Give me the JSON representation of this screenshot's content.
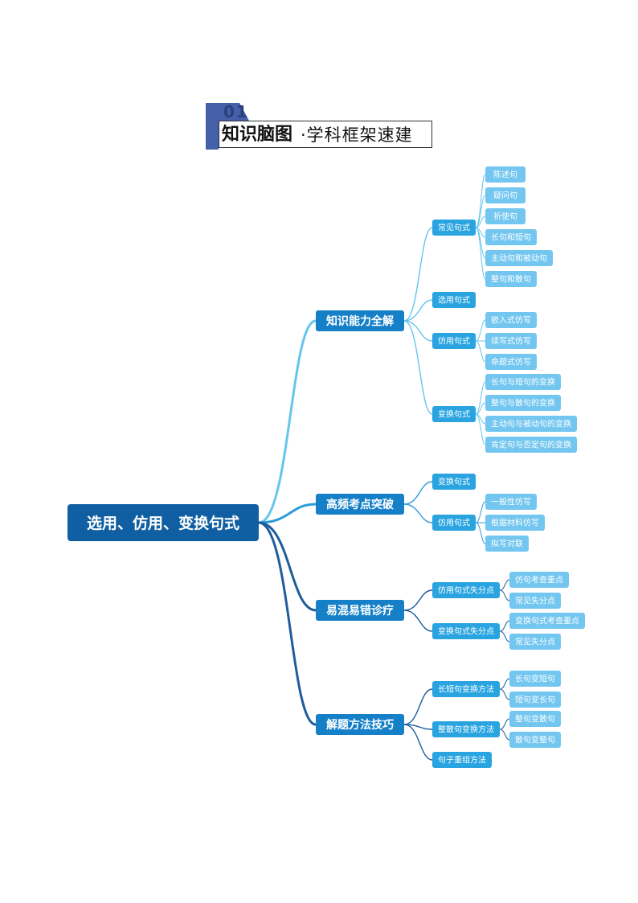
{
  "header": {
    "number": "01",
    "title_main": "知识脑图",
    "title_sub": "·学科框架速建"
  },
  "colors": {
    "root_fill": "#0f5fa2",
    "l1_fill": "#1580c8",
    "l2_fill": "#29a4e0",
    "l3_fill": "#72c6f0",
    "l3_text": "#ffffff",
    "branch_light": "#66c5ee",
    "branch_mid": "#2c9bd8",
    "branch_dark": "#1f5c9c",
    "header_blue": "#4460a8"
  },
  "mindmap": {
    "root": "选用、仿用、变换句式",
    "branches": [
      {
        "label": "知识能力全解",
        "children": [
          {
            "label": "常见句式",
            "children": [
              "陈述句",
              "疑问句",
              "祈使句",
              "长句和短句",
              "主动句和被动句",
              "整句和散句"
            ]
          },
          {
            "label": "选用句式",
            "children": []
          },
          {
            "label": "仿用句式",
            "children": [
              "嵌入式仿写",
              "续写式仿写",
              "命题式仿写"
            ]
          },
          {
            "label": "变换句式",
            "children": [
              "长句与短句的变换",
              "整句与散句的变换",
              "主动句与被动句的变换",
              "肯定句与否定句的变换"
            ]
          }
        ]
      },
      {
        "label": "高频考点突破",
        "children": [
          {
            "label": "变换句式",
            "children": []
          },
          {
            "label": "仿用句式",
            "children": [
              "一般性仿写",
              "根据材料仿写",
              "拟写对联"
            ]
          }
        ]
      },
      {
        "label": "易混易错诊疗",
        "children": [
          {
            "label": "仿用句式失分点",
            "children": [
              "仿句考查重点",
              "常见失分点"
            ]
          },
          {
            "label": "变换句式失分点",
            "children": [
              "变换句式考查重点",
              "常见失分点"
            ]
          }
        ]
      },
      {
        "label": "解题方法技巧",
        "children": [
          {
            "label": "长短句变换方法",
            "children": [
              "长句变短句",
              "短句变长句"
            ]
          },
          {
            "label": "整散句变换方法",
            "children": [
              "整句变散句",
              "散句变整句"
            ]
          },
          {
            "label": "句子重组方法",
            "children": []
          }
        ]
      }
    ]
  }
}
